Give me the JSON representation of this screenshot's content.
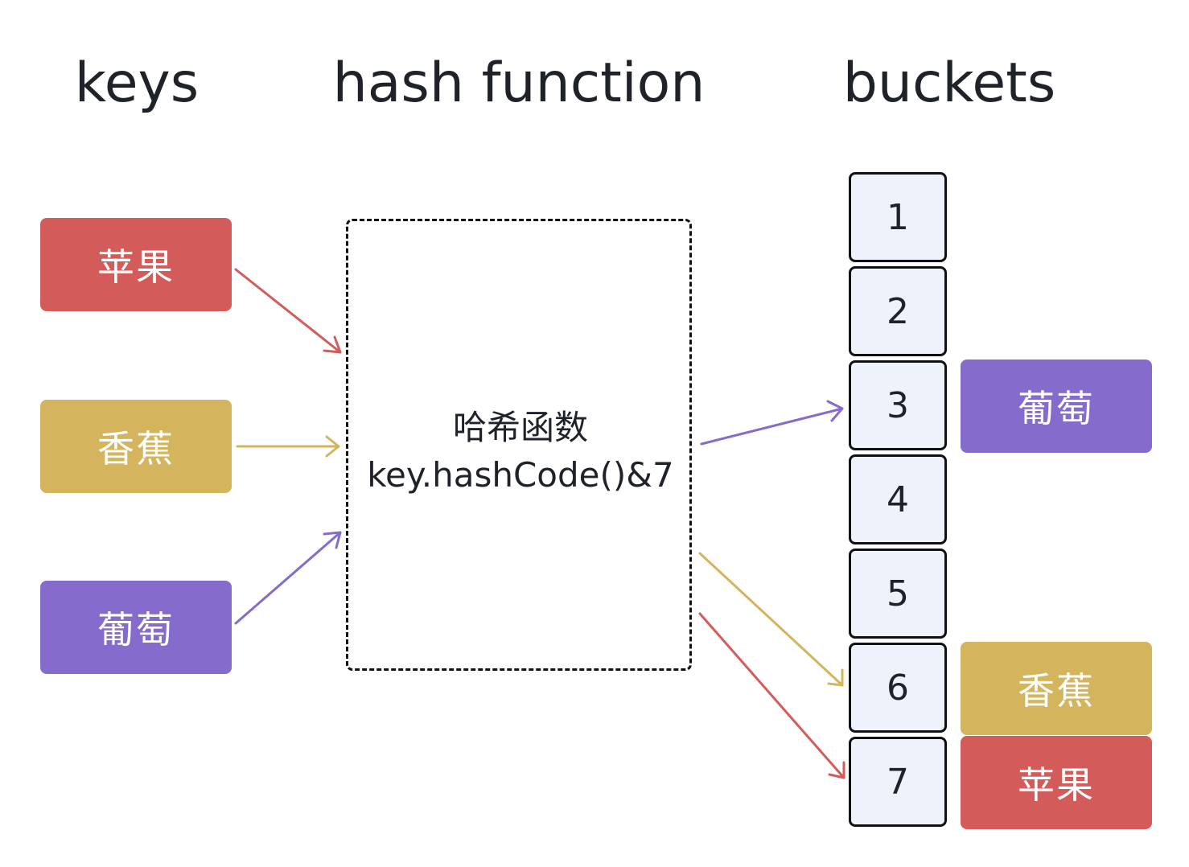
{
  "headings": {
    "keys": "keys",
    "hash_function": "hash function",
    "buckets": "buckets"
  },
  "keys": [
    {
      "label": "苹果",
      "color": "#d35c5a"
    },
    {
      "label": "香蕉",
      "color": "#d4b45c"
    },
    {
      "label": "葡萄",
      "color": "#856bcb"
    }
  ],
  "hash_function": {
    "name": "哈希函数",
    "expression": "key.hashCode()&7"
  },
  "buckets": [
    "1",
    "2",
    "3",
    "4",
    "5",
    "6",
    "7"
  ],
  "bucket_entries": [
    {
      "bucket": "3",
      "label": "葡萄",
      "color": "#856bcb"
    },
    {
      "bucket": "6",
      "label": "香蕉",
      "color": "#d4b45c"
    },
    {
      "bucket": "7",
      "label": "苹果",
      "color": "#d35c5a"
    }
  ],
  "colors": {
    "red": "#d35c5a",
    "yellow": "#d4b45c",
    "purple": "#856bcb",
    "bucket_fill": "#eef2fb",
    "border": "#111111"
  }
}
